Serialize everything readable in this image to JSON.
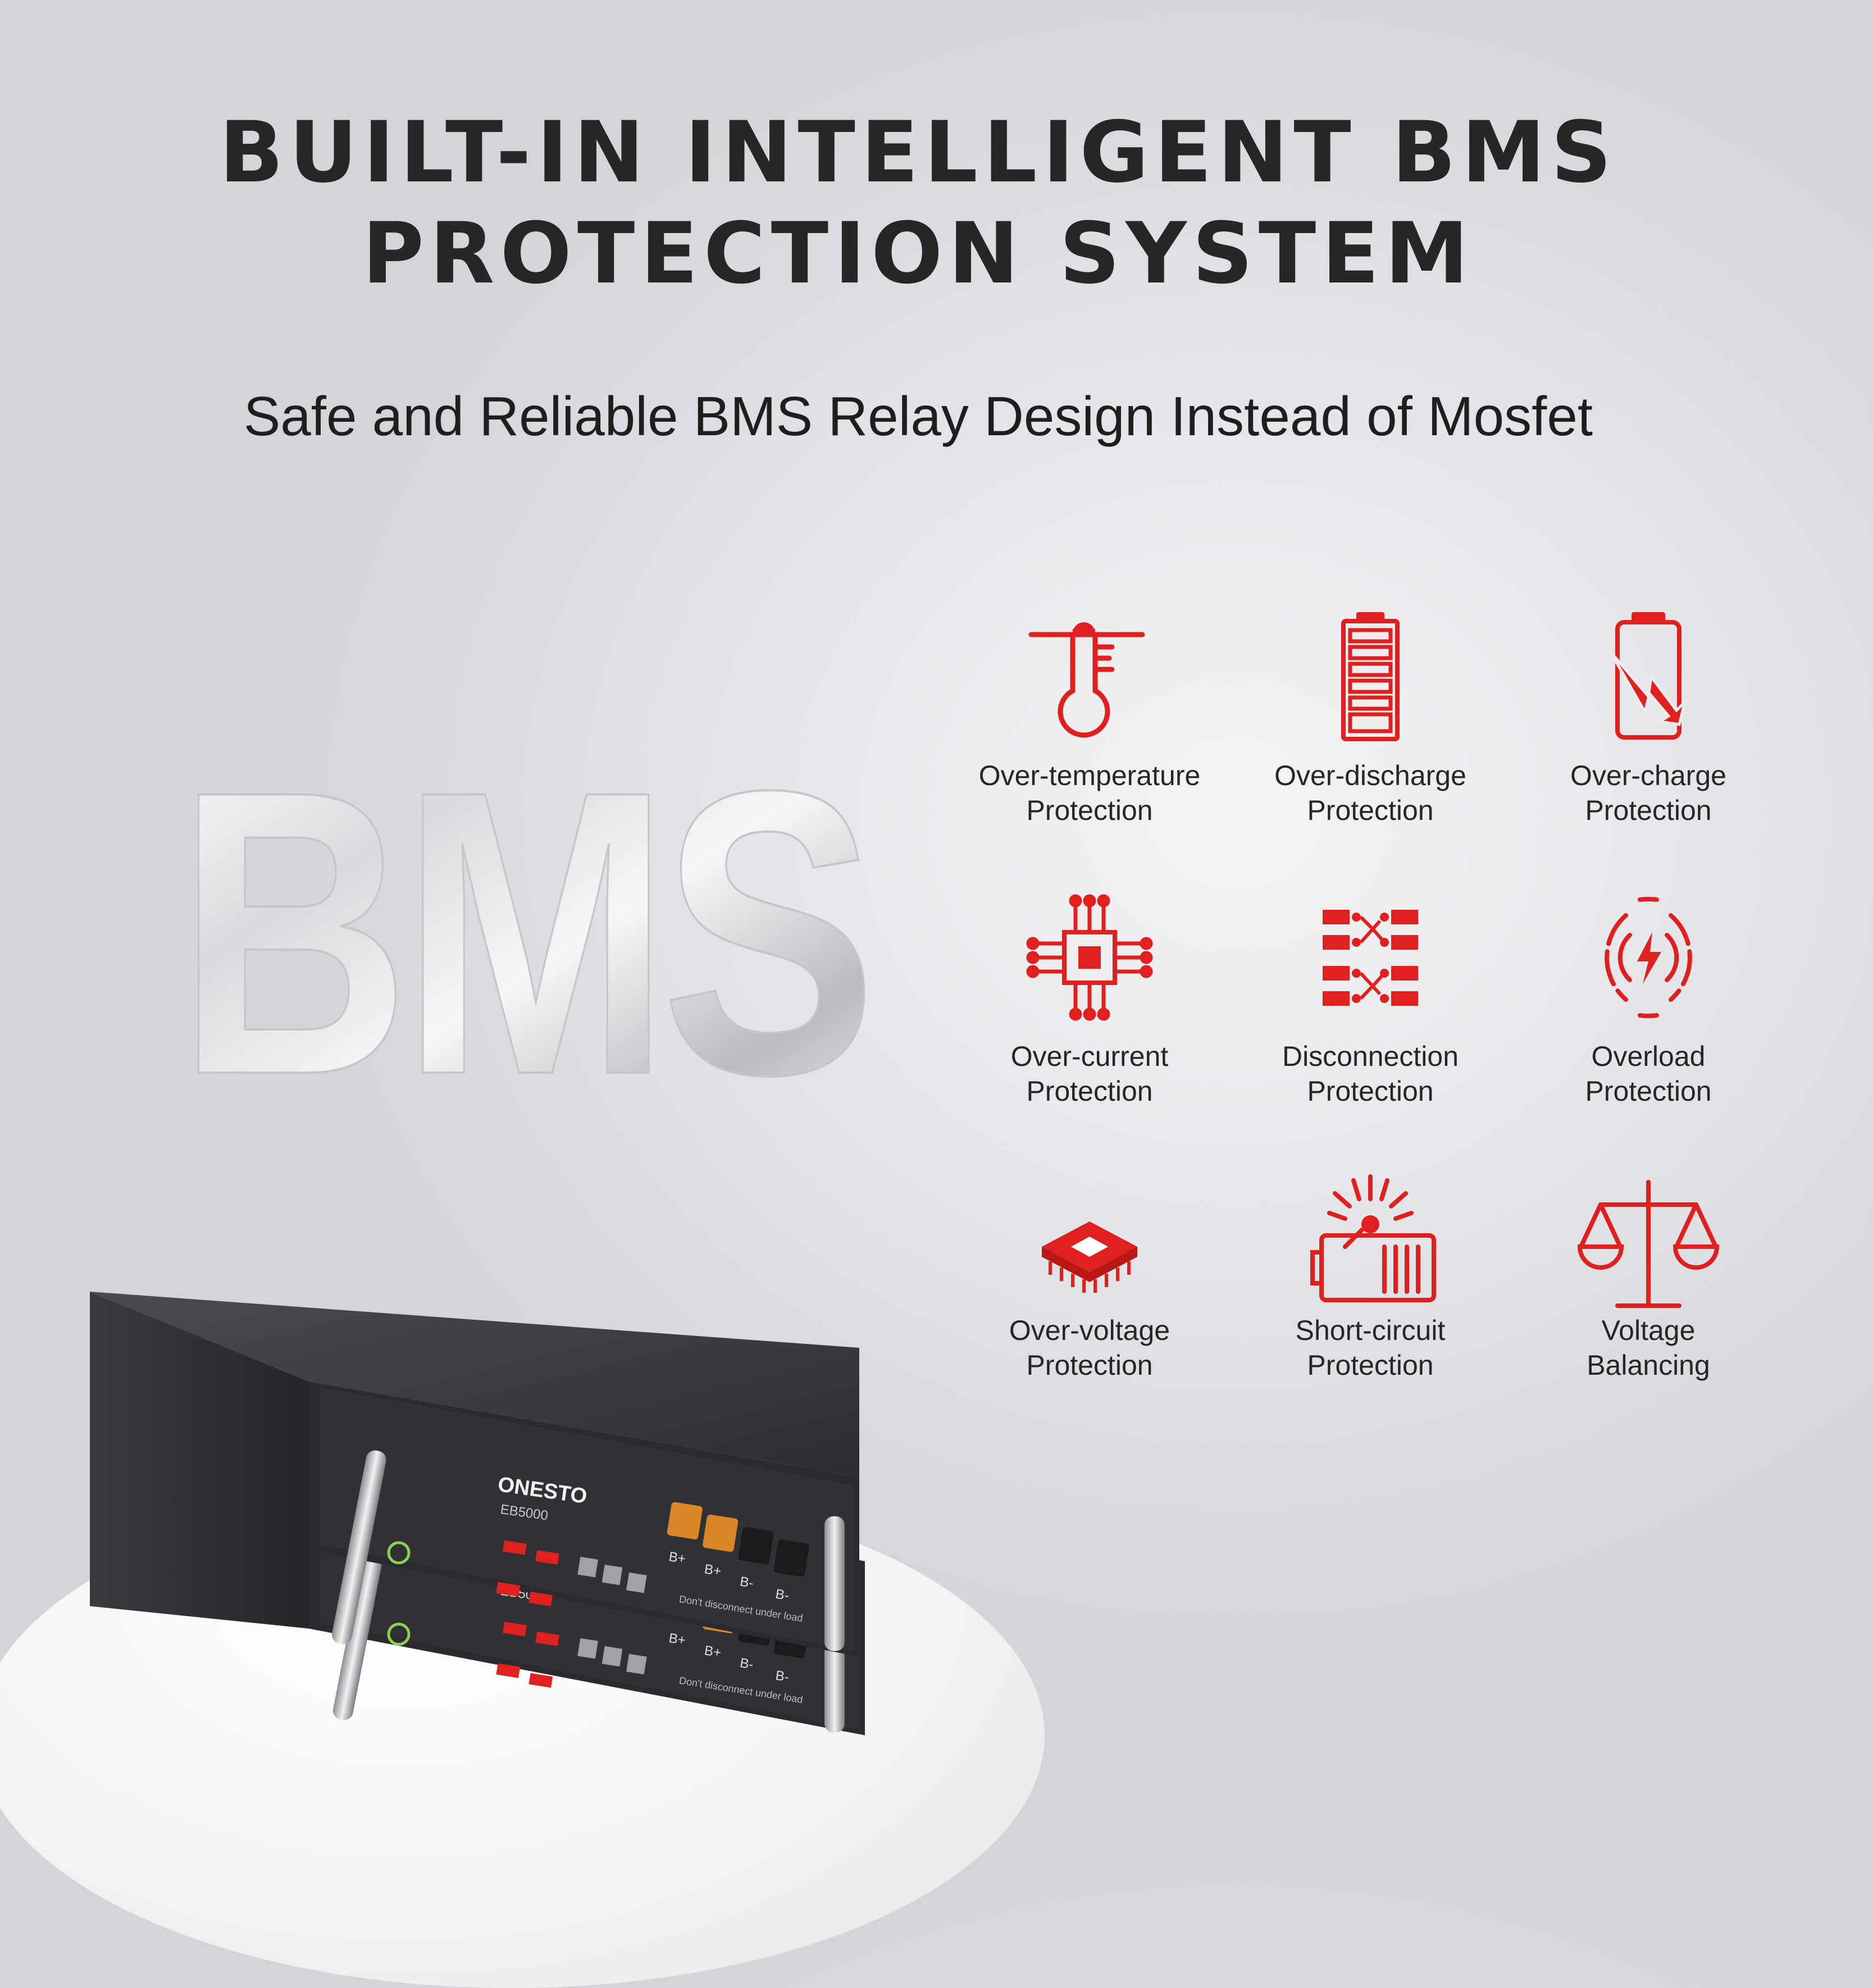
{
  "headline": {
    "line1": "BUILT-IN INTELLIGENT BMS",
    "line2": "PROTECTION SYSTEM"
  },
  "subtitle": "Safe and Reliable BMS Relay Design Instead of Mosfet",
  "hero_word": "BMS",
  "accent_color": "#e0201f",
  "features": [
    {
      "icon": "thermometer-icon",
      "line1": "Over-temperature",
      "line2": "Protection"
    },
    {
      "icon": "battery-levels-icon",
      "line1": "Over-discharge",
      "line2": "Protection"
    },
    {
      "icon": "battery-lightning-icon",
      "line1": "Over-charge",
      "line2": "Protection"
    },
    {
      "icon": "chip-circuit-icon",
      "line1": "Over-current",
      "line2": "Protection"
    },
    {
      "icon": "disconnect-circuit-icon",
      "line1": "Disconnection",
      "line2": "Protection"
    },
    {
      "icon": "overload-signal-icon",
      "line1": "Overload",
      "line2": "Protection"
    },
    {
      "icon": "processor-chip-icon",
      "line1": "Over-voltage",
      "line2": "Protection"
    },
    {
      "icon": "short-circuit-icon",
      "line1": "Short-circuit",
      "line2": "Protection"
    },
    {
      "icon": "balance-scale-icon",
      "line1": "Voltage",
      "line2": "Balancing"
    }
  ],
  "product": {
    "brand": "ONESTO",
    "model": "EB5000",
    "terminals": [
      "B+",
      "B+",
      "B-",
      "B-"
    ],
    "warning": "Don't disconnect under load"
  }
}
